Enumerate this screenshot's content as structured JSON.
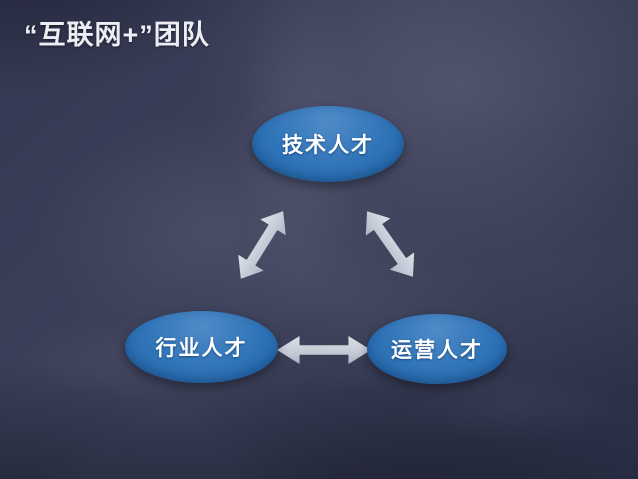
{
  "slide": {
    "title": "“互联网+”团队",
    "background_color": "#343850",
    "title_color": "#eceef4"
  },
  "diagram": {
    "node_fill_color": "#2f74b8",
    "node_text_color": "#ffffff",
    "arrow_color": "#c6ccd7",
    "nodes": [
      {
        "id": "tech",
        "label": "技术人才",
        "position": "top-center"
      },
      {
        "id": "industry",
        "label": "行业人才",
        "position": "bottom-left"
      },
      {
        "id": "operations",
        "label": "运营人才",
        "position": "bottom-right"
      }
    ],
    "connectors": [
      {
        "from": "industry",
        "to": "tech",
        "style": "double-headed-arrow",
        "orientation": "diagonal-up-right"
      },
      {
        "from": "tech",
        "to": "operations",
        "style": "double-headed-arrow",
        "orientation": "diagonal-down-right"
      },
      {
        "from": "industry",
        "to": "operations",
        "style": "double-headed-arrow",
        "orientation": "horizontal"
      }
    ]
  }
}
